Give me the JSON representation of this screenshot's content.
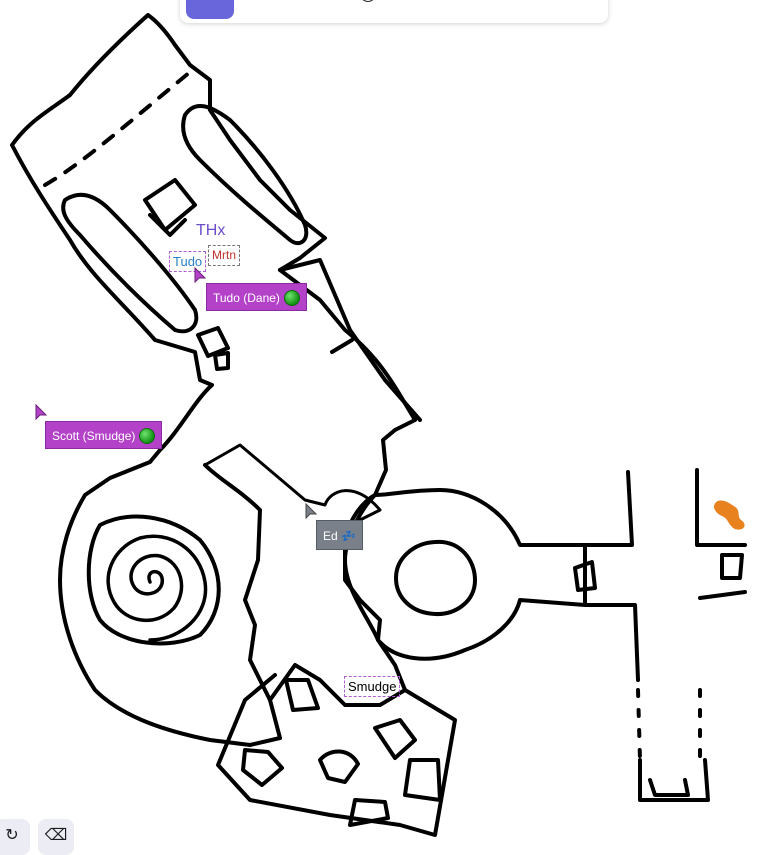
{
  "toolbar": {
    "tools": [
      {
        "name": "lock-tool",
        "icon": "lock-icon",
        "active": true
      },
      {
        "name": "rectangle-tool",
        "icon": "rectangle-icon"
      },
      {
        "name": "diamond-tool",
        "icon": "diamond-icon"
      },
      {
        "name": "ellipse-tool",
        "icon": "ellipse-icon"
      },
      {
        "name": "pen-tool",
        "icon": "pen-icon"
      },
      {
        "name": "image-tool",
        "icon": "image-icon"
      }
    ],
    "accent_color": "#6965db"
  },
  "canvas": {
    "texts": {
      "thx": "THx",
      "tudo": "Tudo",
      "mrtn": "Mrtn",
      "smudge": "Smudge"
    }
  },
  "collaborators": {
    "dane": {
      "label": "Tudo (Dane)",
      "status": "online",
      "color": "#b342c8"
    },
    "scott": {
      "label": "Scott (Smudge)",
      "status": "online",
      "color": "#b342c8"
    },
    "ed": {
      "label": "Ed",
      "status": "idle",
      "idle_icon": "💤",
      "color": "#7a8089"
    }
  },
  "footer": {
    "redo_icon": "redo-icon",
    "eraser_icon": "eraser-icon"
  }
}
